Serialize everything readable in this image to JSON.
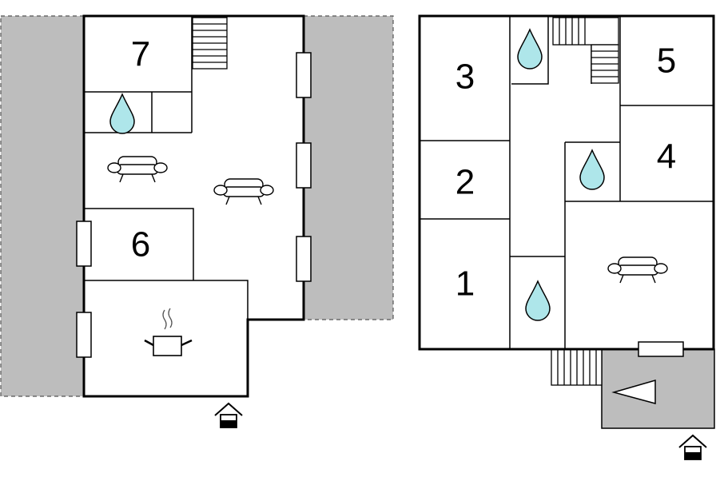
{
  "plan": {
    "rooms": [
      {
        "id": "room-7",
        "label": "7"
      },
      {
        "id": "room-6",
        "label": "6"
      },
      {
        "id": "room-3",
        "label": "3"
      },
      {
        "id": "room-2",
        "label": "2"
      },
      {
        "id": "room-1",
        "label": "1"
      },
      {
        "id": "room-5",
        "label": "5"
      },
      {
        "id": "room-4",
        "label": "4"
      }
    ],
    "colors": {
      "terrace": "#bdbdbd",
      "water_drop": "#aee6ea",
      "walls": "#000000"
    },
    "icons": [
      "bathroom-drop-icon",
      "sofa-icon",
      "kitchen-pot-icon",
      "entrance-icon",
      "stairs-icon",
      "window-icon"
    ]
  }
}
